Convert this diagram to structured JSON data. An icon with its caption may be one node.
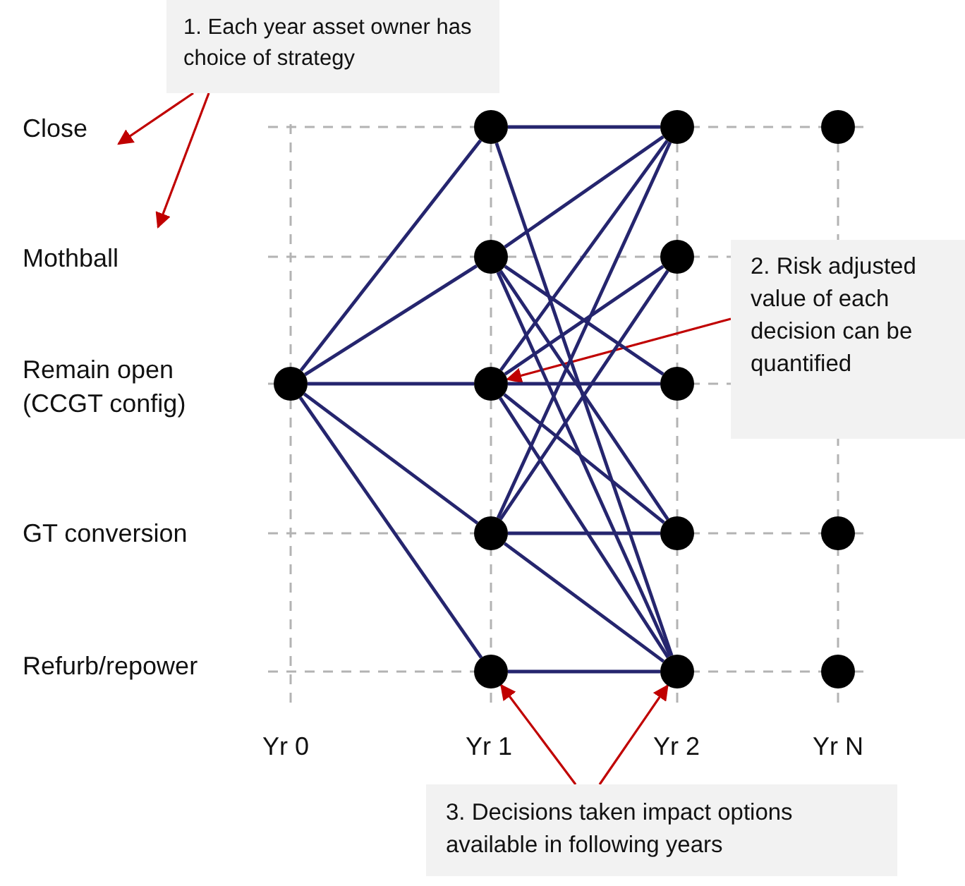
{
  "diagram": {
    "nodes": [
      {
        "text": [
          "1. Each year asset owner has choice of strategy"
        ]
      },
      {
        "text": [],
        "shape": "circle"
      },
      {
        "text": [],
        "shape": "circle"
      },
      {
        "text": [],
        "shape": "circle"
      },
      {
        "text": [],
        "shape": "circle"
      },
      {
        "text": [],
        "shape": "circle"
      },
      {
        "text": [
          "2. Risk adjusted value of each decision can be quantified"
        ]
      },
      {
        "text": [],
        "shape": "circle"
      },
      {
        "text": [],
        "shape": "circle"
      },
      {
        "text": [],
        "shape": "circle"
      },
      {
        "text": [],
        "shape": "circle"
      },
      {
        "text": [],
        "shape": "circle"
      },
      {
        "text": [],
        "shape": "circle"
      },
      {
        "text": [],
        "shape": "circle"
      },
      {
        "text": [],
        "shape": "circle"
      },
      {
        "text": [],
        "shape": "circle"
      },
      {
        "text": [
          "3. Decisions taken impact options available in following years"
        ]
      }
    ],
    "edges": [
      {
        "from": 0,
        "to": null,
        "arrow": "to",
        "color": "#c00000"
      },
      {
        "from": 0,
        "to": null,
        "arrow": "to",
        "color": "#c00000"
      },
      {
        "from": 6,
        "to": 8,
        "arrow": "to",
        "color": "#c00000"
      },
      {
        "from": 16,
        "to": 13,
        "arrow": "to",
        "color": "#c00000"
      },
      {
        "from": 16,
        "to": 14,
        "arrow": "to",
        "color": "#c00000"
      },
      {
        "from": 7,
        "to": 1,
        "arrow": "none"
      },
      {
        "from": 7,
        "to": 4,
        "arrow": "none"
      },
      {
        "from": 7,
        "to": 8,
        "arrow": "none"
      },
      {
        "from": 7,
        "to": 10,
        "arrow": "none"
      },
      {
        "from": 7,
        "to": 13,
        "arrow": "none"
      },
      {
        "from": 1,
        "to": 2,
        "arrow": "none"
      },
      {
        "from": 1,
        "to": 14,
        "arrow": "none"
      },
      {
        "from": 4,
        "to": 2,
        "arrow": "none"
      },
      {
        "from": 4,
        "to": 9,
        "arrow": "none"
      },
      {
        "from": 4,
        "to": 11,
        "arrow": "none"
      },
      {
        "from": 4,
        "to": 14,
        "arrow": "none"
      },
      {
        "from": 8,
        "to": 2,
        "arrow": "none"
      },
      {
        "from": 8,
        "to": 5,
        "arrow": "none"
      },
      {
        "from": 8,
        "to": 9,
        "arrow": "none"
      },
      {
        "from": 8,
        "to": 11,
        "arrow": "none"
      },
      {
        "from": 8,
        "to": 14,
        "arrow": "none"
      },
      {
        "from": 10,
        "to": 2,
        "arrow": "none"
      },
      {
        "from": 10,
        "to": 5,
        "arrow": "none"
      },
      {
        "from": 10,
        "to": 11,
        "arrow": "none"
      },
      {
        "from": 10,
        "to": 14,
        "arrow": "none"
      },
      {
        "from": 13,
        "to": 14,
        "arrow": "none"
      }
    ],
    "labels": [
      "Close",
      "Mothball",
      "Remain open (CCGT config)",
      "GT conversion",
      "Refurb/repower",
      "Yr 0",
      "Yr 1",
      "Yr 2",
      "Yr N"
    ]
  }
}
